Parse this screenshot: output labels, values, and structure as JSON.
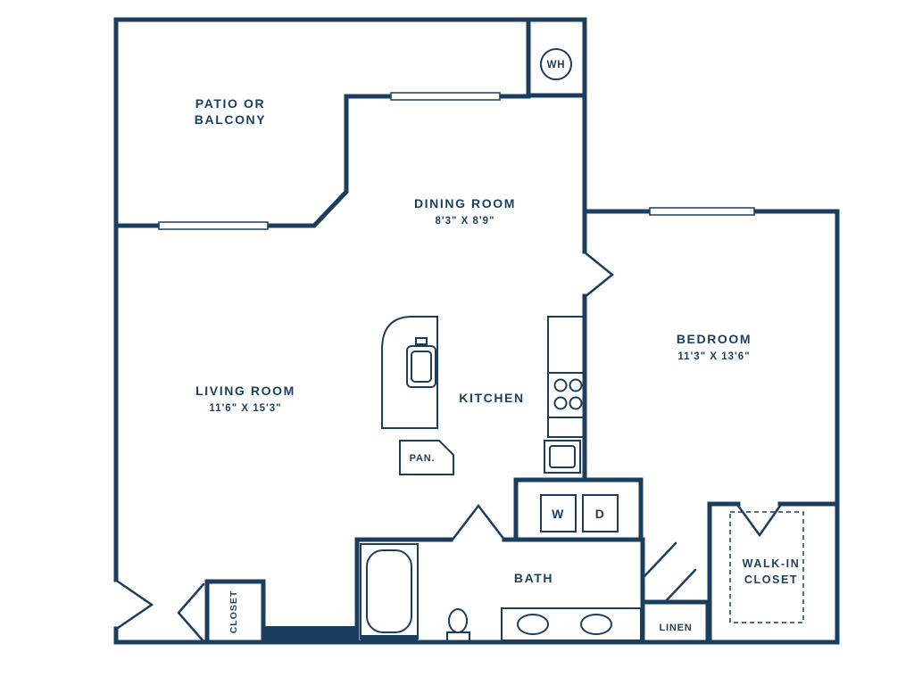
{
  "colors": {
    "line": "#1c3e5e",
    "background": "#ffffff"
  },
  "rooms": {
    "patio": {
      "name_line1": "PATIO OR",
      "name_line2": "BALCONY"
    },
    "dining": {
      "name": "DINING ROOM",
      "dims": "8'3\" X 8'9\""
    },
    "living": {
      "name": "LIVING ROOM",
      "dims": "11'6\" X 15'3\""
    },
    "kitchen": {
      "name": "KITCHEN"
    },
    "bedroom": {
      "name": "BEDROOM",
      "dims": "11'3\" X 13'6\""
    },
    "bath": {
      "name": "BATH"
    },
    "walkin": {
      "name_line1": "WALK-IN",
      "name_line2": "CLOSET"
    },
    "linen": {
      "name": "LINEN"
    },
    "closet": {
      "name": "CLOSET"
    },
    "pantry": {
      "name": "PAN."
    }
  },
  "appliances": {
    "washer": "W",
    "dryer": "D",
    "water_heater": "WH"
  }
}
